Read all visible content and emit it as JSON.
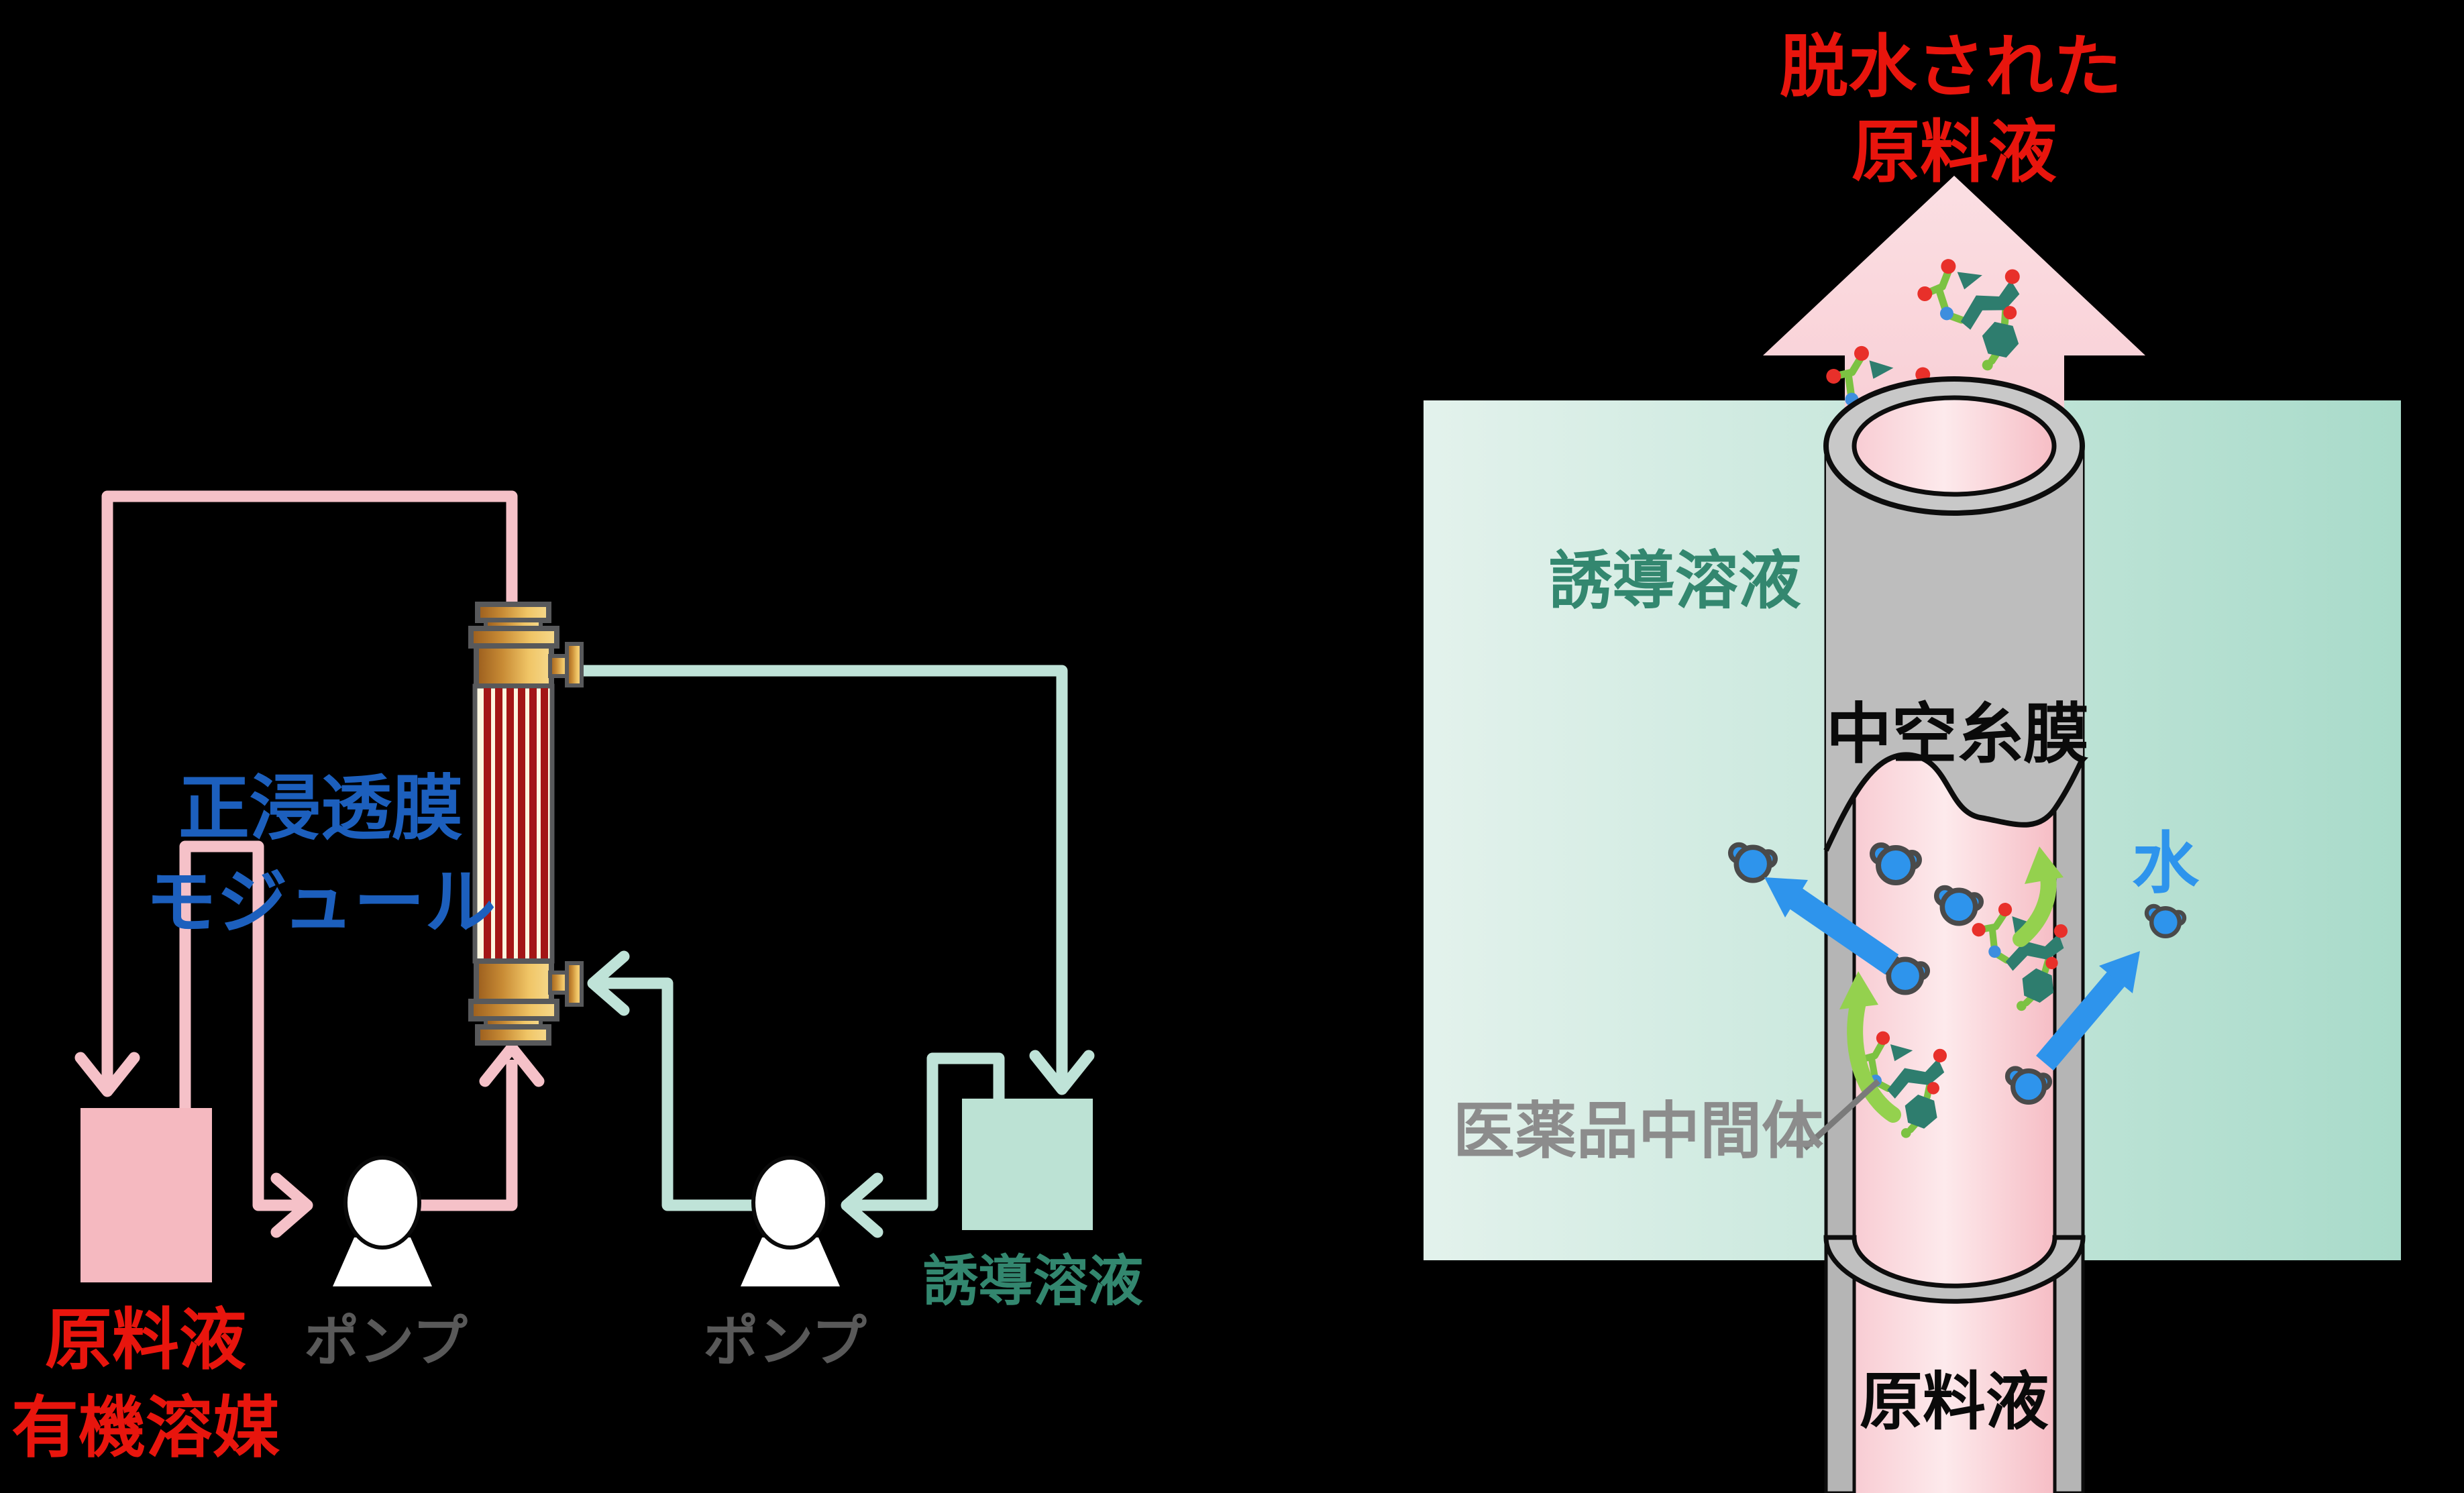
{
  "colors": {
    "red_text": "#e8150d",
    "blue_module_label": "#1c5fbd",
    "gray_intermediate_label": "#8c8c8c",
    "pump_label_gray": "#595959",
    "teal_label": "#33876f",
    "water_blue": "#2e94ec",
    "black_text": "#0a0a0a",
    "pink_pipe": "#f5c1c8",
    "teal_pipe": "#bfe3d8",
    "membrane_gray": "#bdbdbd",
    "stripe_red": "#a31616",
    "gold_cap": "#e0a945",
    "bond_green": "#7cc242",
    "molecule_teal": "#2e7d6e",
    "arrow_green": "#94d14e"
  },
  "left": {
    "module_label1": "正浸透膜",
    "module_label2": "モジュール",
    "feed_tank_label1": "原料液",
    "feed_tank_label2": "有機溶媒",
    "pump1_label": "ポンプ",
    "pump2_label": "ポンプ",
    "draw_tank_label": "誘導溶液"
  },
  "right": {
    "top_label1": "脱水された",
    "top_label2": "原料液",
    "draw_solution_label": "誘導溶液",
    "membrane_label": "中空糸膜",
    "water_label": "水",
    "intermediate_label": "医薬品中間体",
    "feed_label": "原料液"
  }
}
